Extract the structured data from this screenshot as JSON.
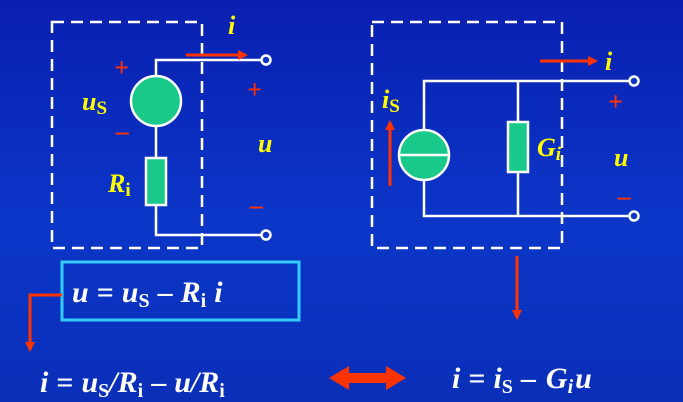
{
  "colors": {
    "background": "#0b32c0",
    "wire": "#ffffff",
    "source_fill": "#19c98a",
    "label": "#ffff00",
    "arrow": "#ff3300",
    "highlight_box": "#33ccff"
  },
  "left_circuit": {
    "current_label": "i",
    "source_label": "u",
    "source_sub": "S",
    "resistor_label": "R",
    "resistor_sub": "i",
    "plus_left": "+",
    "minus_left": "–",
    "plus_right": "+",
    "voltage_label": "u",
    "minus_right": "–"
  },
  "right_circuit": {
    "current_label": "i",
    "source_label": "i",
    "source_sub": "S",
    "conductance_label": "G",
    "conductance_sub": "i",
    "plus": "+",
    "voltage_label": "u",
    "minus": "–"
  },
  "equations": {
    "eq1": {
      "u": "u",
      "eq": "=",
      "us": "u",
      "us_sub": "S",
      "minus": "–",
      "R": "R",
      "R_sub": "i",
      "i": "i"
    },
    "eq2": {
      "i": "i",
      "eq": "=",
      "u": "u",
      "u_sub": "S",
      "slash1": "/",
      "R1": "R",
      "R1_sub": "i",
      "minus": "–",
      "u2": "u",
      "slash2": "/",
      "R2": "R",
      "R2_sub": "i"
    },
    "eq3": {
      "i": "i",
      "eq": "=",
      "is": "i",
      "is_sub": "S",
      "minus": "–",
      "G": "G",
      "G_sub": "i",
      "u": "u"
    }
  }
}
